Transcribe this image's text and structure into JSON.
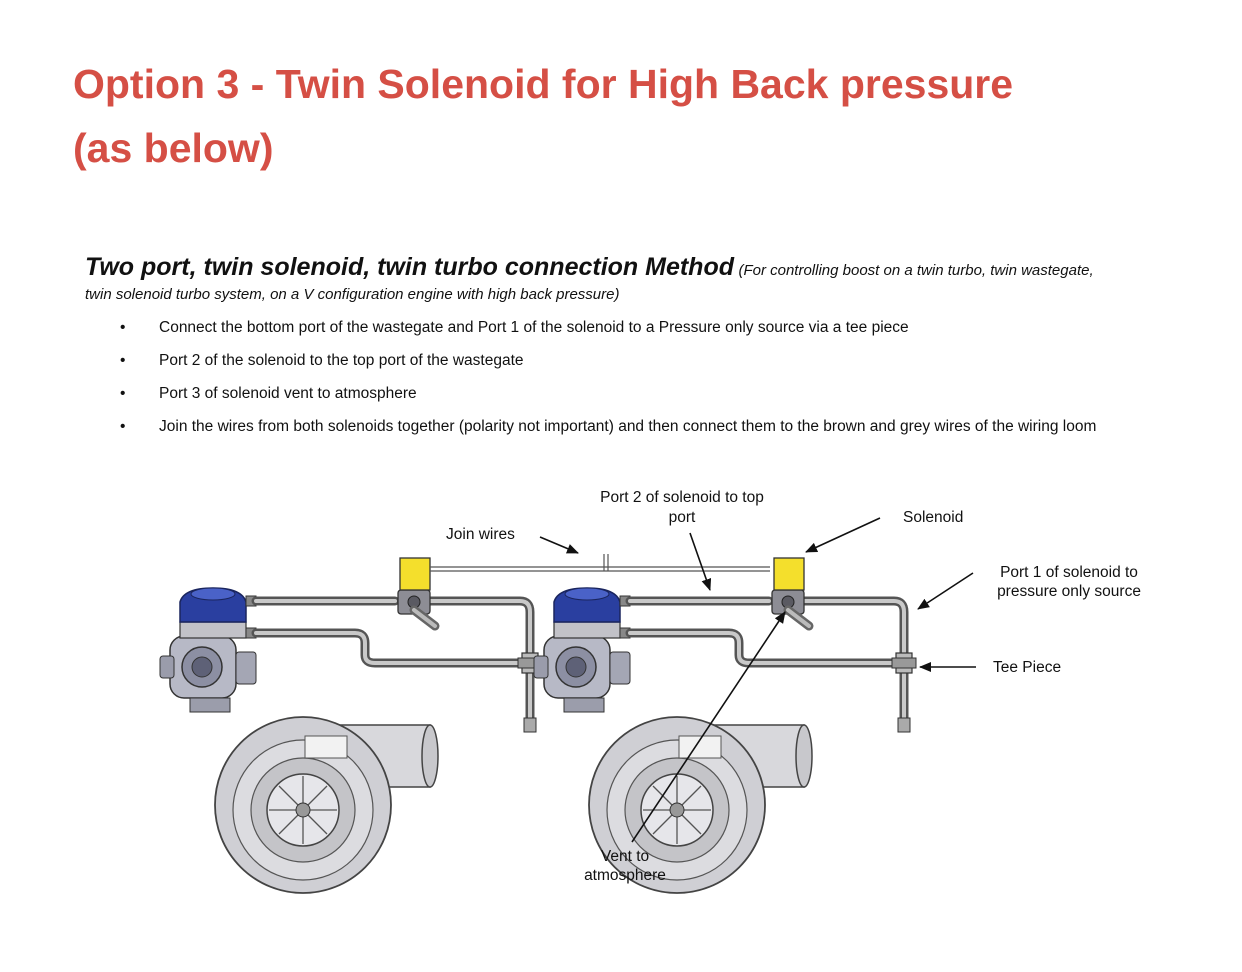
{
  "heading": {
    "line1": "Option 3 - Twin Solenoid for High Back pressure",
    "line2": "(as below)"
  },
  "doc": {
    "title": "Two port, twin solenoid, twin turbo connection Method",
    "subtitle": "(For controlling boost on a twin turbo, twin wastegate, twin solenoid turbo system, on a V configuration engine with high back pressure)",
    "bullet_char": "•",
    "bullets": [
      "Connect the bottom port of the wastegate and Port 1 of the solenoid to a Pressure only source via a tee piece",
      "Port 2 of the solenoid to the top port of the wastegate",
      "Port 3 of solenoid vent to atmosphere",
      "Join the wires from both solenoids together (polarity not important) and then connect them to the brown and grey wires of the wiring loom"
    ]
  },
  "diagram": {
    "labels": {
      "port2_line1": "Port 2 of solenoid to top",
      "port2_line2": "port",
      "solenoid": "Solenoid",
      "join_wires": "Join wires",
      "port1_line1": "Port 1 of solenoid to",
      "port1_line2": "pressure only source",
      "tee_piece": "Tee Piece",
      "vent_line1": "Vent to",
      "vent_line2": "atmosphere"
    },
    "colors": {
      "solenoid": "#f4df2c",
      "actuator": "#2a3fa0",
      "housing": "#cfcfd4",
      "pipe": "#6a6a6a"
    }
  }
}
